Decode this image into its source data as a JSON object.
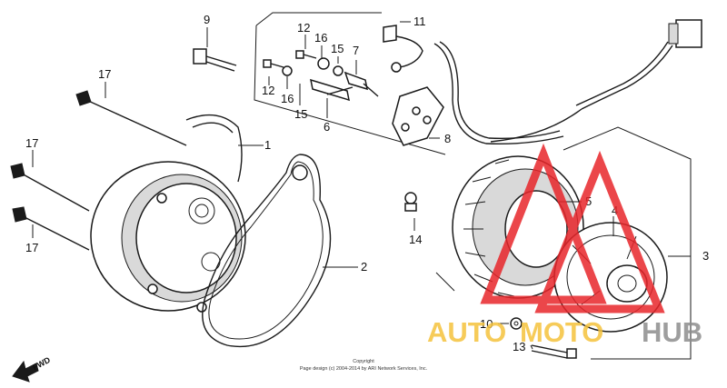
{
  "diagram": {
    "callouts": {
      "c1": "1",
      "c2": "2",
      "c3": "3",
      "c4": "4",
      "c5": "5",
      "c6": "6",
      "c7": "7",
      "c8": "8",
      "c9": "9",
      "c10": "10",
      "c11": "11",
      "c12a": "12",
      "c12b": "12",
      "c13": "13",
      "c14": "14",
      "c15a": "15",
      "c15b": "15",
      "c16a": "16",
      "c16b": "16",
      "c17a": "17",
      "c17b": "17",
      "c17c": "17"
    },
    "fwd_label": "FWD",
    "copyright_line1": "Copyright",
    "copyright_line2": "Page design (c) 2004-2014 by ARI Network Services, Inc."
  },
  "watermark": {
    "text_a": "AUTO",
    "text_b": "MOTO",
    "text_c": "HUB",
    "colors": {
      "red": "#e8262b",
      "yellow": "#f5c23d",
      "gray": "#8e8e8e"
    }
  }
}
